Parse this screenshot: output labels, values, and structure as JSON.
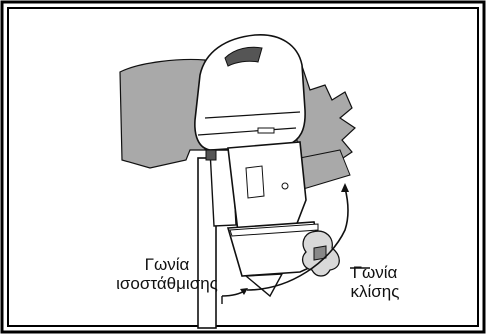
{
  "labels": {
    "trim_angle": [
      "Γωνία",
      "ισοστάθμισης"
    ],
    "tilt_angle": [
      "Γωνία",
      "κλίσης"
    ]
  },
  "colors": {
    "gray_fill": "#a9a9a9",
    "engine_fill": "#ffffff",
    "line": "#111111",
    "border": "#000000",
    "background": "#ffffff"
  }
}
